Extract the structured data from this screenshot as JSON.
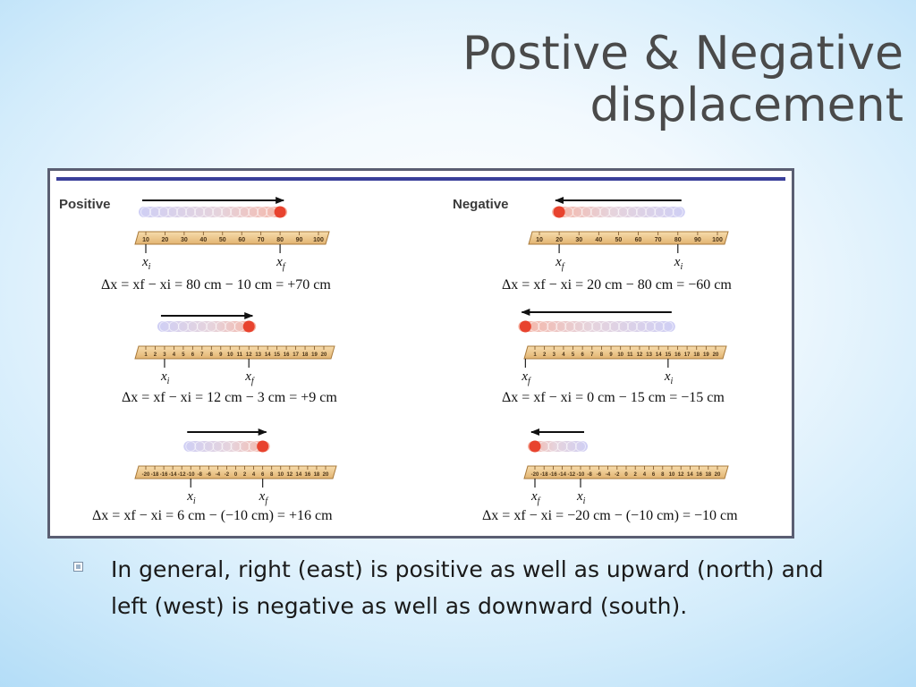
{
  "slide": {
    "title_line_1": "Postive & Negative",
    "title_line_2": "displacement",
    "bullet_text": "In general, right (east) is positive as well as upward (north)  and left (west) is negative as well as downward (south)."
  },
  "figure": {
    "positive_label": "Positive",
    "negative_label": "Negative",
    "xi_label": "x",
    "xi_sub": "i",
    "xf_label": "x",
    "xf_sub": "f",
    "panels": [
      {
        "id": "pos-1",
        "ruler_labels": [
          "10",
          "20",
          "30",
          "40",
          "50",
          "60",
          "70",
          "80",
          "90",
          "100"
        ],
        "xi": "10",
        "xf": "80",
        "direction": "right",
        "equation": "Δx = xf − xi = 80 cm − 10 cm = +70 cm"
      },
      {
        "id": "pos-2",
        "ruler_labels": [
          "1",
          "2",
          "3",
          "4",
          "5",
          "6",
          "7",
          "8",
          "9",
          "10",
          "11",
          "12",
          "13",
          "14",
          "15",
          "16",
          "17",
          "18",
          "19",
          "20"
        ],
        "xi": "3",
        "xf": "12",
        "direction": "right",
        "equation": "Δx = xf − xi = 12 cm − 3 cm = +9 cm"
      },
      {
        "id": "pos-3",
        "ruler_labels": [
          "-20",
          "-18",
          "-16",
          "-14",
          "-12",
          "-10",
          "-8",
          "-6",
          "-4",
          "-2",
          "0",
          "2",
          "4",
          "6",
          "8",
          "10",
          "12",
          "14",
          "16",
          "18",
          "20"
        ],
        "xi": "-10",
        "xf": "6",
        "direction": "right",
        "equation": "Δx = xf − xi = 6 cm − (−10 cm) = +16 cm"
      },
      {
        "id": "neg-1",
        "ruler_labels": [
          "10",
          "20",
          "30",
          "40",
          "50",
          "60",
          "70",
          "80",
          "90",
          "100"
        ],
        "xi": "80",
        "xf": "20",
        "direction": "left",
        "equation": "Δx = xf − xi = 20 cm − 80 cm = −60 cm"
      },
      {
        "id": "neg-2",
        "ruler_labels": [
          "1",
          "2",
          "3",
          "4",
          "5",
          "6",
          "7",
          "8",
          "9",
          "10",
          "11",
          "12",
          "13",
          "14",
          "15",
          "16",
          "17",
          "18",
          "19",
          "20"
        ],
        "xi": "15",
        "xf": "0",
        "direction": "left",
        "equation": "Δx = xf − xi = 0 cm − 15 cm = −15 cm"
      },
      {
        "id": "neg-3",
        "ruler_labels": [
          "-20",
          "-18",
          "-16",
          "-14",
          "-12",
          "-10",
          "-8",
          "-6",
          "-4",
          "-2",
          "0",
          "2",
          "4",
          "6",
          "8",
          "10",
          "12",
          "14",
          "16",
          "18",
          "20"
        ],
        "xi": "-10",
        "xf": "-20",
        "direction": "left",
        "equation": "Δx = xf − xi = −20 cm − (−10 cm) = −10 cm"
      }
    ]
  },
  "colors": {
    "title": "#4a4a4a",
    "frame": "#5a5e72",
    "header_rule": "#3a3f9a",
    "ruler_fill": "#f0cc92",
    "ruler_edge": "#a8793a",
    "ball_red": "#e8432e",
    "trail_blue": "#c7c7f0"
  }
}
